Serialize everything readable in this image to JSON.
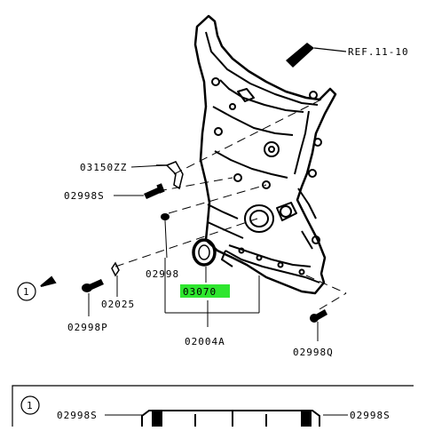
{
  "diagram": {
    "ref_label": "REF.11-10",
    "callouts": {
      "bracket": "03150ZZ",
      "bolt_upper": "02998S",
      "bolt_small": "02998",
      "seal_highlighted": "03070",
      "pin": "02025",
      "bolt_left": "02998P",
      "cover_assembly": "02004A",
      "bolt_lower_right": "02998Q"
    },
    "view_marker": "1",
    "detail_panel": {
      "marker": "1",
      "label_left": "02998S",
      "label_right": "02998S"
    },
    "colors": {
      "highlight": "#2ee62e",
      "ink": "#000000",
      "background": "#ffffff"
    }
  }
}
